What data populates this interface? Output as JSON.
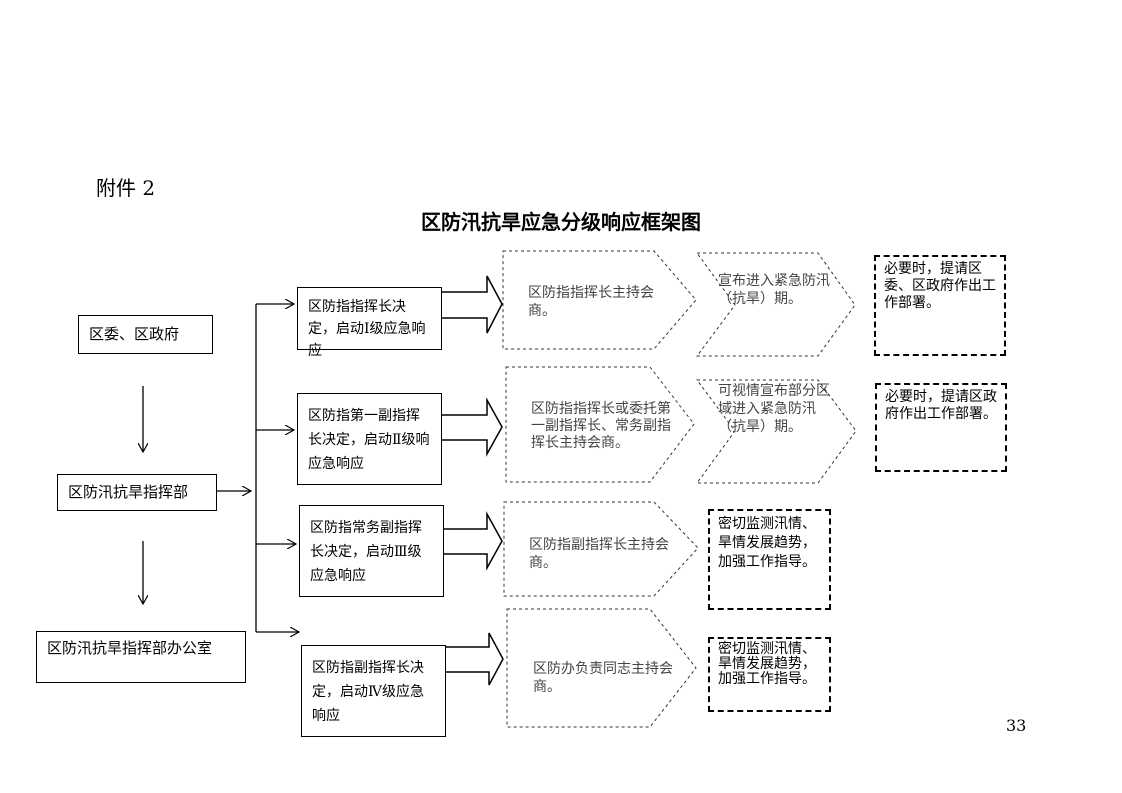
{
  "attachment_label": "附件 2",
  "title": "区防汛抗旱应急分级响应框架图",
  "left_column": {
    "gov": "区委、区政府",
    "hq": "区防汛抗旱指挥部",
    "office": "区防汛抗旱指挥部办公室"
  },
  "levels": [
    {
      "decision": "区防指指挥长决定，启动Ⅰ级应急响应",
      "consult": "区防指指挥长主持会商。",
      "declare": "宣布进入紧急防汛（抗旱）期。",
      "action": "必要时，提请区委、区政府作出工作部署。"
    },
    {
      "decision": "区防指第一副指挥长决定，启动Ⅱ级响应急响应",
      "consult": "区防指指挥长或委托第一副指挥长、常务副指挥长主持会商。",
      "declare": "可视情宣布部分区域进入紧急防汛（抗旱）期。",
      "action": "必要时，提请区政府作出工作部署。"
    },
    {
      "decision": "区防指常务副指挥长决定，启动Ⅲ级应急响应",
      "consult": "区防指副指挥长主持会商。",
      "action": "密切监测汛情、旱情发展趋势，加强工作指导。"
    },
    {
      "decision": "区防指副指挥长决定，启动Ⅳ级应急响应",
      "consult": "区防办负责同志主持会商。",
      "action": "密切监测汛情、旱情发展趋势，加强工作指导。"
    }
  ],
  "page_number": "33"
}
